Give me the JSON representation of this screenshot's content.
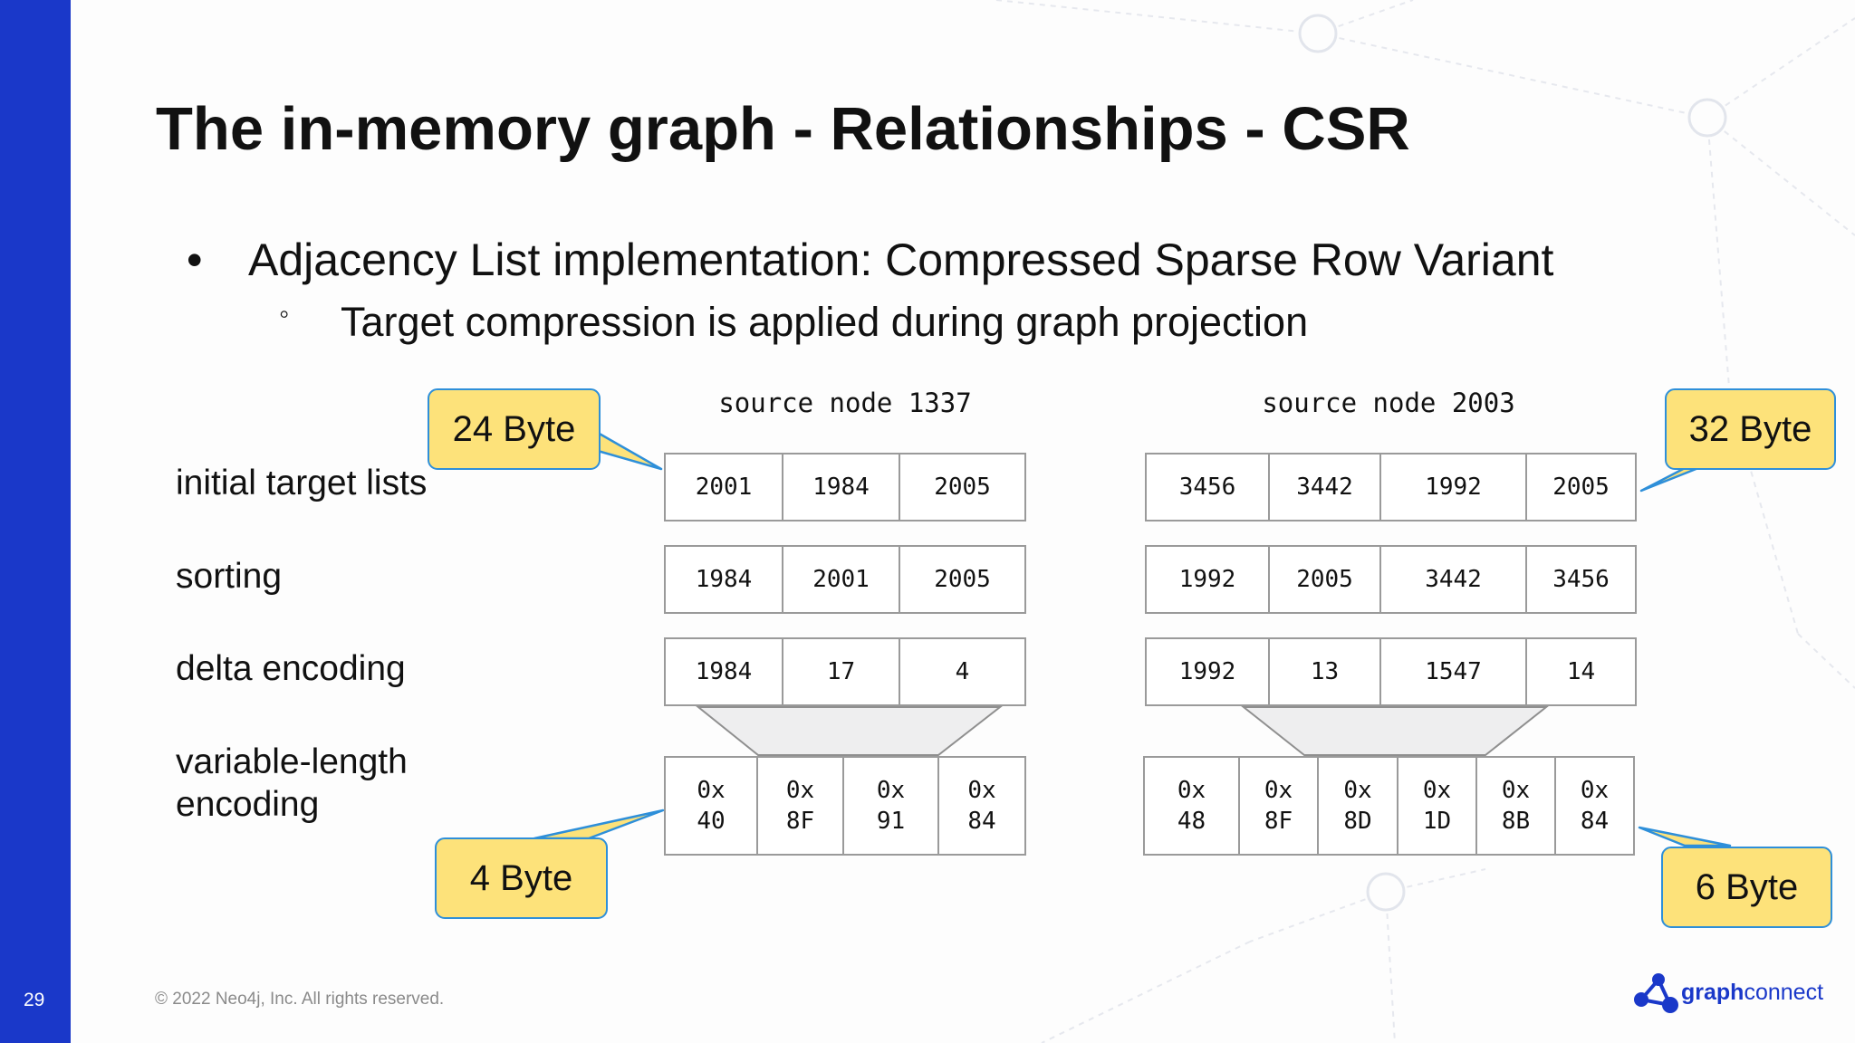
{
  "slide": {
    "page_number": "29",
    "title": "The in-memory graph - Relationships - CSR",
    "bullets": {
      "level1_marker": "•",
      "level1": "Adjacency List implementation: Compressed Sparse Row Variant",
      "level2_marker": "◦",
      "level2": "Target compression is applied during graph projection"
    },
    "row_labels": {
      "initial": "initial target lists",
      "sorting": "sorting",
      "delta": "delta encoding",
      "varlen_line1": "variable-length",
      "varlen_line2": "encoding"
    },
    "source_left": {
      "label": "source node 1337",
      "initial": [
        "2001",
        "1984",
        "2005"
      ],
      "sorted": [
        "1984",
        "2001",
        "2005"
      ],
      "delta": [
        "1984",
        "17",
        "4"
      ],
      "varlen": [
        {
          "top": "0x",
          "bottom": "40"
        },
        {
          "top": "0x",
          "bottom": "8F"
        },
        {
          "top": "0x",
          "bottom": "91"
        },
        {
          "top": "0x",
          "bottom": "84"
        }
      ]
    },
    "source_right": {
      "label": "source node 2003",
      "initial": [
        "3456",
        "3442",
        "1992",
        "2005"
      ],
      "sorted": [
        "1992",
        "2005",
        "3442",
        "3456"
      ],
      "delta": [
        "1992",
        "13",
        "1547",
        "14"
      ],
      "varlen": [
        {
          "top": "0x",
          "bottom": "48"
        },
        {
          "top": "0x",
          "bottom": "8F"
        },
        {
          "top": "0x",
          "bottom": "8D"
        },
        {
          "top": "0x",
          "bottom": "1D"
        },
        {
          "top": "0x",
          "bottom": "8B"
        },
        {
          "top": "0x",
          "bottom": "84"
        }
      ]
    },
    "callouts": {
      "left_top": "24 Byte",
      "right_top": "32 Byte",
      "left_bottom": "4 Byte",
      "right_bottom": "6 Byte"
    },
    "footer": "© 2022 Neo4j, Inc. All rights reserved.",
    "logo": {
      "part1": "graph",
      "part2": "connect"
    },
    "colors": {
      "sidebar": "#1a38c9",
      "callout_fill": "#fde27a",
      "callout_border": "#2e8fd9",
      "cell_border": "#9a9a9a"
    }
  }
}
